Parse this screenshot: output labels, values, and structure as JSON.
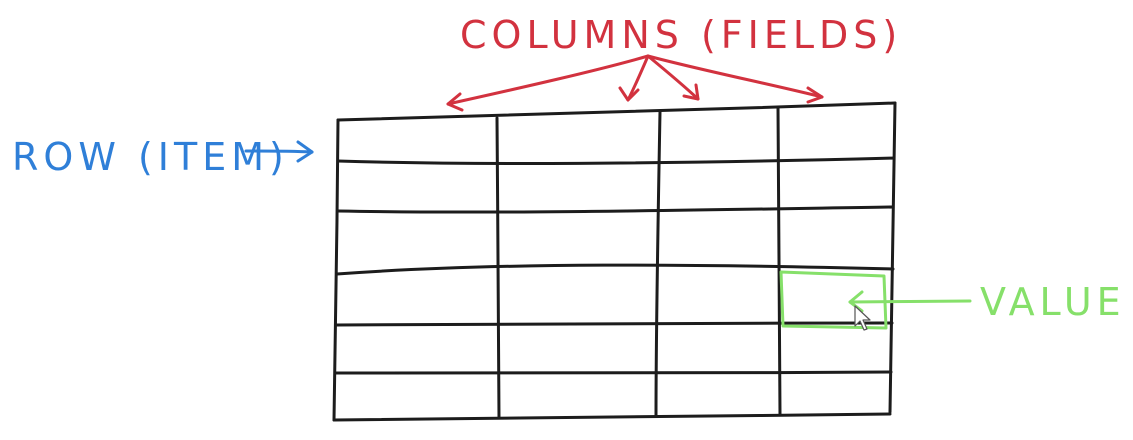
{
  "labels": {
    "columns": "COLUMNS (FIELDS)",
    "row": "ROW (ITEM)",
    "value": "VALUE"
  },
  "colors": {
    "grid": "#1c1c1c",
    "columns": "#d2323f",
    "row": "#2f7fd8",
    "value": "#86e06a",
    "background": "#ffffff"
  },
  "table": {
    "rows": 6,
    "columns": 4,
    "highlighted_cell": {
      "row": 4,
      "column": 4
    }
  }
}
